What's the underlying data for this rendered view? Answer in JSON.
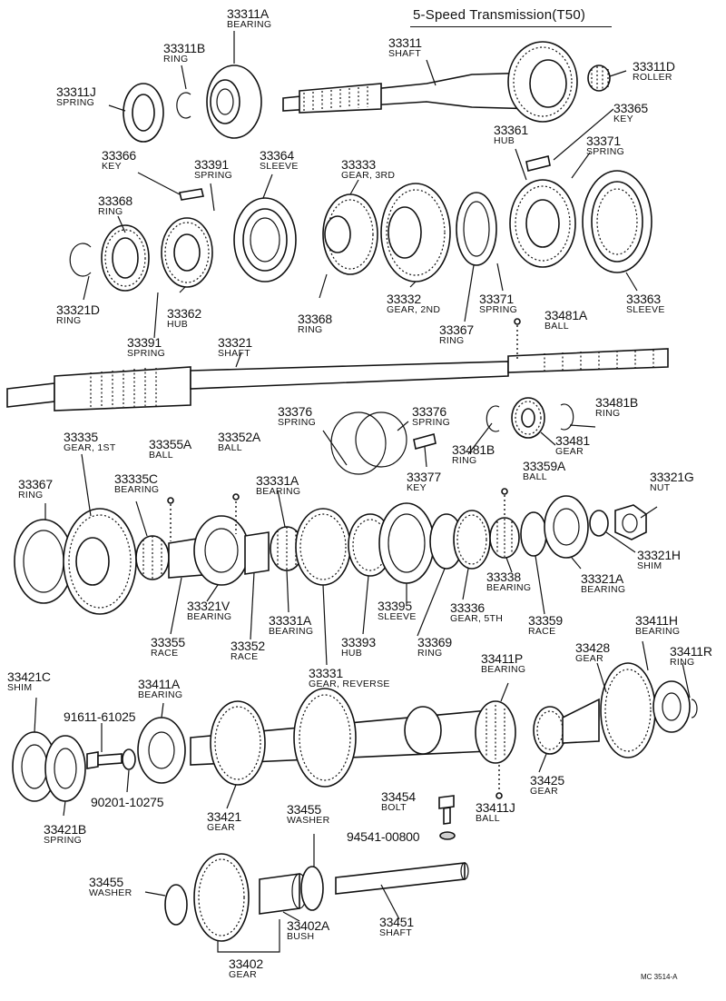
{
  "title": "5-Speed Transmission(T50)",
  "footer_code": "MC 3514-A",
  "parts": [
    {
      "id": "p0",
      "number": "33311A",
      "name": "BEARING"
    },
    {
      "id": "p1",
      "number": "33311B",
      "name": "RING"
    },
    {
      "id": "p2",
      "number": "33311",
      "name": "SHAFT"
    },
    {
      "id": "p3",
      "number": "33311D",
      "name": "ROLLER"
    },
    {
      "id": "p4",
      "number": "33311J",
      "name": "SPRING"
    },
    {
      "id": "p5",
      "number": "33365",
      "name": "KEY"
    },
    {
      "id": "p6",
      "number": "33361",
      "name": "HUB"
    },
    {
      "id": "p7",
      "number": "33371",
      "name": "SPRING"
    },
    {
      "id": "p8",
      "number": "33366",
      "name": "KEY"
    },
    {
      "id": "p9",
      "number": "33391",
      "name": "SPRING"
    },
    {
      "id": "p10",
      "number": "33364",
      "name": "SLEEVE"
    },
    {
      "id": "p11",
      "number": "33333",
      "name": "GEAR, 3RD"
    },
    {
      "id": "p12",
      "number": "33368",
      "name": "RING"
    },
    {
      "id": "p13",
      "number": "33321D",
      "name": "RING"
    },
    {
      "id": "p14",
      "number": "33362",
      "name": "HUB"
    },
    {
      "id": "p15",
      "number": "33368",
      "name": "RING"
    },
    {
      "id": "p16",
      "number": "33332",
      "name": "GEAR, 2ND"
    },
    {
      "id": "p17",
      "number": "33371",
      "name": "SPRING"
    },
    {
      "id": "p18",
      "number": "33363",
      "name": "SLEEVE"
    },
    {
      "id": "p19",
      "number": "33367",
      "name": "RING"
    },
    {
      "id": "p20",
      "number": "33481A",
      "name": "BALL"
    },
    {
      "id": "p21",
      "number": "33391",
      "name": "SPRING"
    },
    {
      "id": "p22",
      "number": "33321",
      "name": "SHAFT"
    },
    {
      "id": "p23",
      "number": "33376",
      "name": "SPRING"
    },
    {
      "id": "p24",
      "number": "33376",
      "name": "SPRING"
    },
    {
      "id": "p25",
      "number": "33481B",
      "name": "RING"
    },
    {
      "id": "p26",
      "number": "33481",
      "name": "GEAR"
    },
    {
      "id": "p27",
      "number": "33481B",
      "name": "RING"
    },
    {
      "id": "p28",
      "number": "33335",
      "name": "GEAR, 1ST"
    },
    {
      "id": "p29",
      "number": "33355A",
      "name": "BALL"
    },
    {
      "id": "p30",
      "number": "33352A",
      "name": "BALL"
    },
    {
      "id": "p31",
      "number": "33377",
      "name": "KEY"
    },
    {
      "id": "p32",
      "number": "33359A",
      "name": "BALL"
    },
    {
      "id": "p33",
      "number": "33367",
      "name": "RING"
    },
    {
      "id": "p34",
      "number": "33335C",
      "name": "BEARING"
    },
    {
      "id": "p35",
      "number": "33331A",
      "name": "BEARING"
    },
    {
      "id": "p36",
      "number": "33321G",
      "name": "NUT"
    },
    {
      "id": "p37",
      "number": "33321H",
      "name": "SHIM"
    },
    {
      "id": "p38",
      "number": "33338",
      "name": "BEARING"
    },
    {
      "id": "p39",
      "number": "33321A",
      "name": "BEARING"
    },
    {
      "id": "p40",
      "number": "33321V",
      "name": "BEARING"
    },
    {
      "id": "p41",
      "number": "33331A",
      "name": "BEARING"
    },
    {
      "id": "p42",
      "number": "33395",
      "name": "SLEEVE"
    },
    {
      "id": "p43",
      "number": "33336",
      "name": "GEAR, 5TH"
    },
    {
      "id": "p44",
      "number": "33359",
      "name": "RACE"
    },
    {
      "id": "p45",
      "number": "33355",
      "name": "RACE"
    },
    {
      "id": "p46",
      "number": "33352",
      "name": "RACE"
    },
    {
      "id": "p47",
      "number": "33393",
      "name": "HUB"
    },
    {
      "id": "p48",
      "number": "33369",
      "name": "RING"
    },
    {
      "id": "p49",
      "number": "33331",
      "name": "GEAR, REVERSE"
    },
    {
      "id": "p50",
      "number": "33428",
      "name": "GEAR"
    },
    {
      "id": "p51",
      "number": "33411H",
      "name": "BEARING"
    },
    {
      "id": "p52",
      "number": "33421C",
      "name": "SHIM"
    },
    {
      "id": "p53",
      "number": "33411A",
      "name": "BEARING"
    },
    {
      "id": "p54",
      "number": "33411P",
      "name": "BEARING"
    },
    {
      "id": "p55",
      "number": "33411R",
      "name": "RING"
    },
    {
      "id": "p56",
      "number": "91611-61025",
      "name": ""
    },
    {
      "id": "p57",
      "number": "90201-10275",
      "name": ""
    },
    {
      "id": "p58",
      "number": "33421",
      "name": "GEAR"
    },
    {
      "id": "p59",
      "number": "33425",
      "name": "GEAR"
    },
    {
      "id": "p60",
      "number": "33454",
      "name": "BOLT"
    },
    {
      "id": "p61",
      "number": "33411J",
      "name": "BALL"
    },
    {
      "id": "p62",
      "number": "33421B",
      "name": "SPRING"
    },
    {
      "id": "p63",
      "number": "33455",
      "name": "WASHER"
    },
    {
      "id": "p64",
      "number": "94541-00800",
      "name": ""
    },
    {
      "id": "p65",
      "number": "33455",
      "name": "WASHER"
    },
    {
      "id": "p66",
      "number": "33451",
      "name": "SHAFT"
    },
    {
      "id": "p67",
      "number": "33402A",
      "name": "BUSH"
    },
    {
      "id": "p68",
      "number": "33402",
      "name": "GEAR"
    }
  ]
}
